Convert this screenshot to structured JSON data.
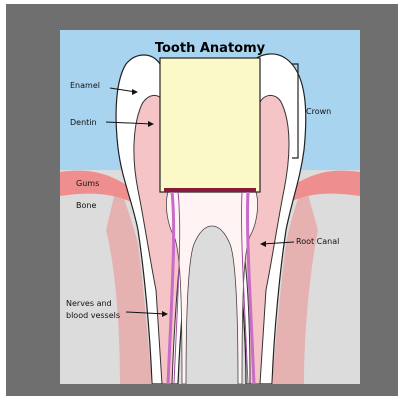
{
  "title": "Tooth Anatomy",
  "labels": {
    "enamel": "Enamel",
    "dentin": "Dentin",
    "crown": "Crown",
    "gums": "Gums",
    "bone": "Bone",
    "root_canal": "Root Canal",
    "nerves_line1": "Nerves and",
    "nerves_line2": "blood vessels"
  },
  "colors": {
    "frame": "#6f6f6f",
    "sky": "#a9d4ef",
    "bone": "#dcdcdc",
    "gum": "#ef8e8e",
    "enamel": "#ffffff",
    "dentin": "#f5c4c6",
    "pulp": "#fff3f3",
    "filling": "#fbf9c8",
    "nerve": "#c86cc8",
    "crown_floor": "#8a1a3a"
  }
}
